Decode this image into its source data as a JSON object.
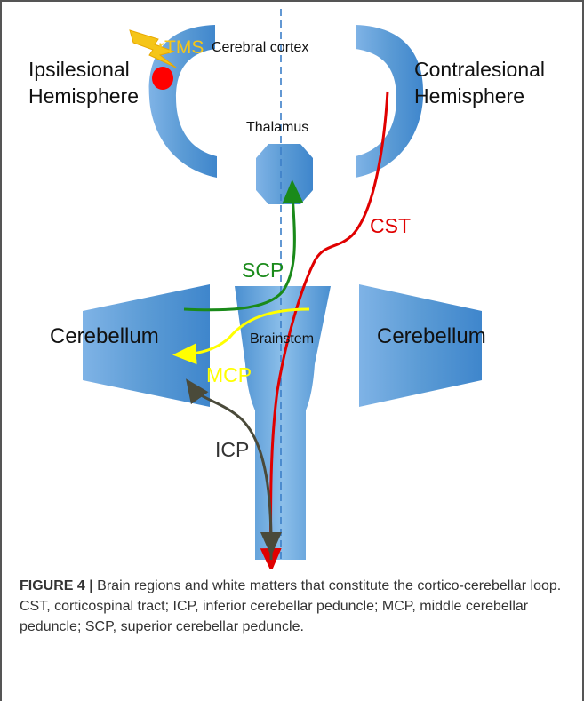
{
  "diagram": {
    "labels": {
      "rtms": "rTMS",
      "cerebral_cortex": "Cerebral cortex",
      "ipsilesional": [
        "Ipsilesional",
        "Hemisphere"
      ],
      "contralesional": [
        "Contralesional",
        "Hemisphere"
      ],
      "thalamus": "Thalamus",
      "cst": "CST",
      "scp": "SCP",
      "mcp": "MCP",
      "icp": "ICP",
      "brainstem": "Brainstem",
      "cerebellum_left": "Cerebellum",
      "cerebellum_right": "Cerebellum"
    },
    "colors": {
      "structure": "#5b9bd5",
      "cst": "#e00000",
      "scp": "#1a8a1a",
      "mcp": "#ffff00",
      "icp": "#4a4a3a",
      "midline": "#3c7fc8",
      "rtms": "#f5c518",
      "rtms_spot": "#ff0000"
    }
  },
  "caption": {
    "label": "FIGURE 4 |",
    "text": " Brain regions and white matters that constitute the cortico-cerebellar loop. CST, corticospinal tract; ICP, inferior cerebellar peduncle; MCP, middle cerebellar peduncle; SCP, superior cerebellar peduncle."
  }
}
